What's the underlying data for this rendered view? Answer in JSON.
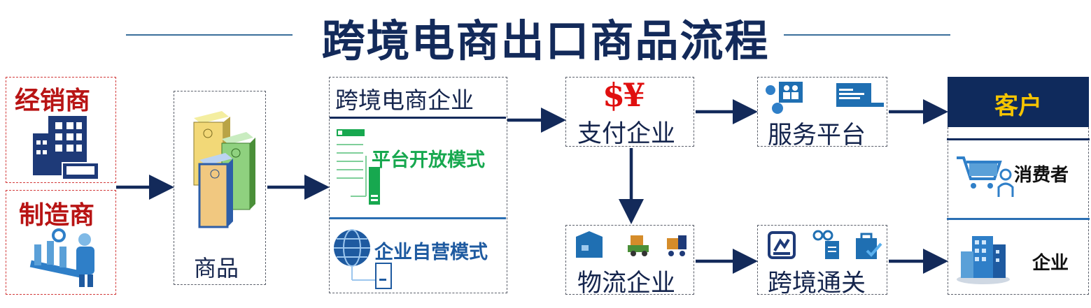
{
  "title": "跨境电商出口商品流程",
  "sources": {
    "distributor": "经销商",
    "manufacturer": "制造商"
  },
  "goods": {
    "label": "商品"
  },
  "ecommerce": {
    "header": "跨境电商企业",
    "platform_mode": "平台开放模式",
    "self_operated_mode": "企业自营模式"
  },
  "payment": {
    "symbol": "$¥",
    "label": "支付企业"
  },
  "logistics": {
    "label": "物流企业"
  },
  "service": {
    "label": "服务平台"
  },
  "customs": {
    "label": "跨境通关"
  },
  "customers": {
    "header": "客户",
    "consumer": "消费者",
    "enterprise": "企业"
  },
  "colors": {
    "navy": "#132a5a",
    "red_label": "#b81414",
    "green_label": "#17a84f",
    "blue_label": "#1e5aa0",
    "gold_text": "#f5c400"
  }
}
